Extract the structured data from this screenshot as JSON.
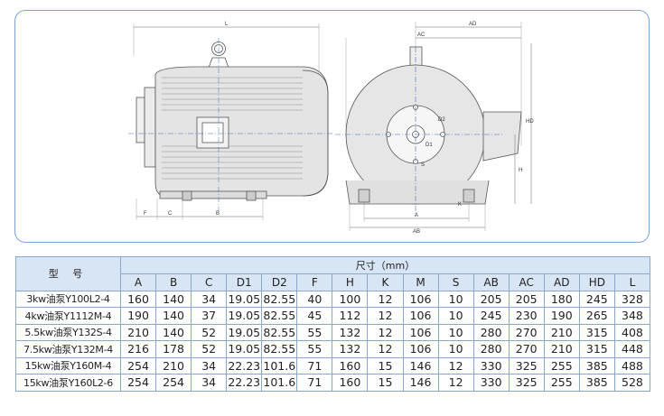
{
  "drawing": {
    "side_labels": {
      "L": "L",
      "F": "F",
      "C": "C",
      "B": "B"
    },
    "front_labels": {
      "AD": "AD",
      "AC": "AC",
      "HD": "HD",
      "H": "H",
      "K": "K",
      "A": "A",
      "AB": "AB",
      "D2": "D2",
      "D1": "D1",
      "S": "S"
    }
  },
  "table": {
    "model_header": "型  号",
    "size_header": "尺寸（mm）",
    "columns": [
      "A",
      "B",
      "C",
      "D1",
      "D2",
      "F",
      "H",
      "K",
      "M",
      "S",
      "AB",
      "AC",
      "AD",
      "HD",
      "L"
    ],
    "rows": [
      {
        "model": "3kw油泵Y100L2-4",
        "values": [
          "160",
          "140",
          "34",
          "19.05",
          "82.55",
          "40",
          "100",
          "12",
          "106",
          "10",
          "205",
          "205",
          "180",
          "245",
          "328"
        ]
      },
      {
        "model": "4kw油泵Y1112M-4",
        "values": [
          "190",
          "140",
          "37",
          "19.05",
          "82.55",
          "45",
          "112",
          "12",
          "106",
          "10",
          "245",
          "230",
          "190",
          "265",
          "348"
        ]
      },
      {
        "model": "5.5kw油泵Y132S-4",
        "values": [
          "210",
          "140",
          "52",
          "19.05",
          "82.55",
          "55",
          "132",
          "12",
          "106",
          "10",
          "280",
          "270",
          "210",
          "315",
          "408"
        ]
      },
      {
        "model": "7.5kw油泵Y132M-4",
        "values": [
          "216",
          "178",
          "52",
          "19.05",
          "82.55",
          "55",
          "132",
          "12",
          "106",
          "10",
          "280",
          "270",
          "210",
          "315",
          "448"
        ]
      },
      {
        "model": "15kw油泵Y160M-4",
        "values": [
          "254",
          "210",
          "34",
          "22.23",
          "101.6",
          "71",
          "160",
          "15",
          "146",
          "12",
          "330",
          "325",
          "255",
          "385",
          "488"
        ]
      },
      {
        "model": "15kw油泵Y160L2-6",
        "values": [
          "254",
          "254",
          "34",
          "22.23",
          "101.6",
          "71",
          "160",
          "15",
          "146",
          "12",
          "330",
          "325",
          "255",
          "385",
          "528"
        ]
      }
    ]
  }
}
